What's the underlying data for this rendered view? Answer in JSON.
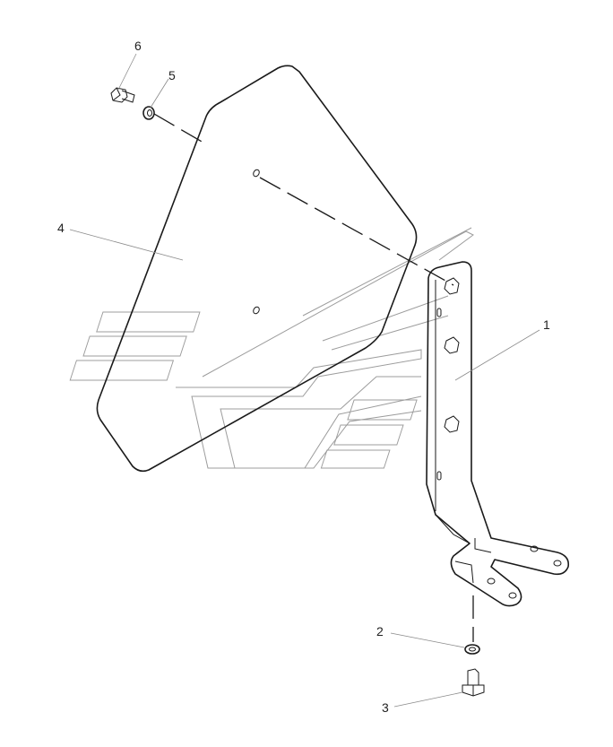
{
  "callouts": [
    {
      "id": "1",
      "label": "1",
      "part": "bracket"
    },
    {
      "id": "2",
      "label": "2",
      "part": "washer-lower"
    },
    {
      "id": "3",
      "label": "3",
      "part": "bolt-lower"
    },
    {
      "id": "4",
      "label": "4",
      "part": "glass-panel"
    },
    {
      "id": "5",
      "label": "5",
      "part": "washer-upper"
    },
    {
      "id": "6",
      "label": "6",
      "part": "bolt-upper"
    }
  ],
  "colors": {
    "line": "#1a1a1a",
    "leader": "#8a8a8a",
    "watermark": "#9c9c9c",
    "background": "#ffffff"
  }
}
